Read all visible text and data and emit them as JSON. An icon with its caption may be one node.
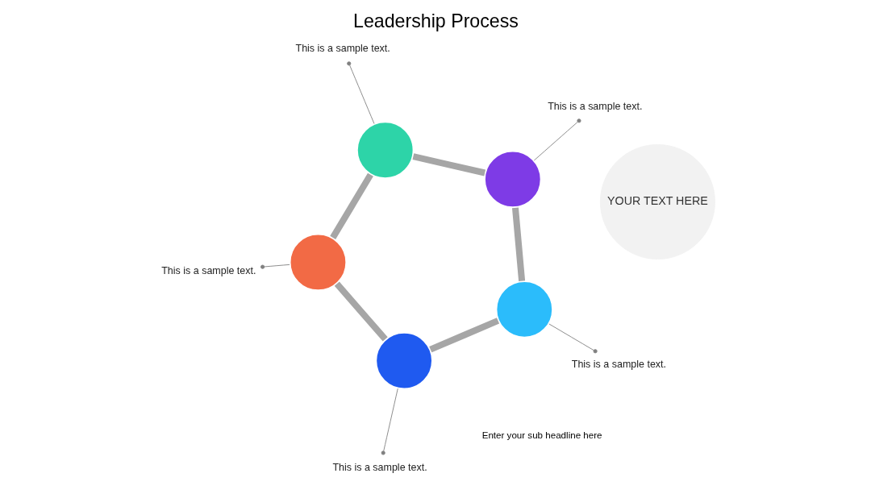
{
  "diagram": {
    "title": "Leadership Process",
    "nodes": [
      {
        "text": [],
        "shape": "circle"
      },
      {
        "text": [
          "This is a sample text."
        ]
      },
      {
        "text": [],
        "shape": "circle"
      },
      {
        "text": [
          "This is a sample text."
        ]
      },
      {
        "text": [],
        "shape": "circle"
      },
      {
        "text": [
          "This is a sample text."
        ]
      },
      {
        "text": [
          "YOUR TEXT HERE"
        ]
      },
      {
        "text": [],
        "shape": "circle"
      },
      {
        "text": [
          "This is a sample text."
        ]
      },
      {
        "text": [],
        "shape": "circle"
      },
      {
        "text": [
          "This is a sample text."
        ]
      }
    ],
    "edges": [
      {
        "from": 0,
        "to": 4,
        "arrow": "none",
        "style": "thick",
        "color": "#a6a6a6"
      },
      {
        "from": 4,
        "to": 9,
        "arrow": "none",
        "style": "thick",
        "color": "#a6a6a6"
      },
      {
        "from": 9,
        "to": 7,
        "arrow": "none",
        "style": "thick",
        "color": "#a6a6a6"
      },
      {
        "from": 7,
        "to": 2,
        "arrow": "none",
        "style": "thick",
        "color": "#a6a6a6"
      },
      {
        "from": 2,
        "to": 0,
        "arrow": "none",
        "style": "thick",
        "color": "#a6a6a6"
      },
      {
        "from": 1,
        "to": 0,
        "arrow": "other"
      },
      {
        "from": 3,
        "to": 2,
        "arrow": "other"
      },
      {
        "from": 5,
        "to": 4,
        "arrow": "other"
      },
      {
        "from": 8,
        "to": 7,
        "arrow": "other"
      },
      {
        "from": 10,
        "to": 9,
        "arrow": "other"
      }
    ],
    "labels": [
      "Enter your sub headline here"
    ]
  }
}
